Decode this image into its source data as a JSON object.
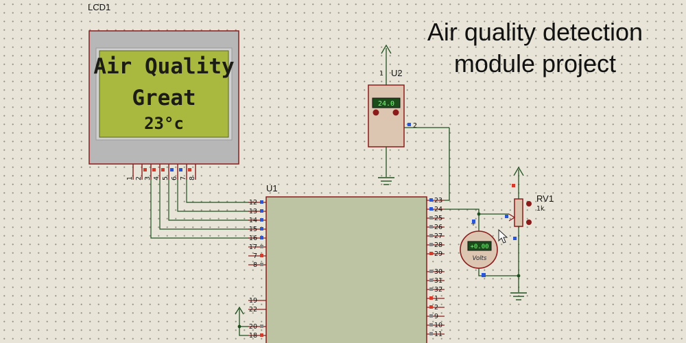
{
  "title": {
    "line1": "Air quality detection",
    "line2": "module project"
  },
  "lcd": {
    "ref": "LCD1",
    "line1": "Air Quality",
    "line2": "Great",
    "line3": "23°c",
    "pins": [
      "1",
      "2",
      "3",
      "4",
      "5",
      "6",
      "7",
      "8"
    ]
  },
  "sensor": {
    "ref": "U2",
    "reading": "24.0",
    "pin_top": "1",
    "pin_out": "2"
  },
  "mcu": {
    "ref": "U1",
    "left_pins": [
      "12",
      "13",
      "14",
      "15",
      "16",
      "17",
      "7",
      "8",
      "19",
      "22",
      "20",
      "18"
    ],
    "right_pins": [
      "23",
      "24",
      "25",
      "26",
      "27",
      "28",
      "29",
      "30",
      "31",
      "32",
      "1",
      "2",
      "9",
      "10",
      "11"
    ]
  },
  "pot": {
    "ref": "RV1",
    "value": "1k"
  },
  "voltmeter": {
    "reading": "+0.00",
    "unit": "Volts"
  },
  "colors": {
    "wire": "#1e6b1e",
    "body_red": "#8b1a1a",
    "lcd_screen": "#a9b940",
    "mcu_fill": "#bcc4a4",
    "pin_blue": "#2a56d6",
    "pin_red": "#d63a2a"
  }
}
